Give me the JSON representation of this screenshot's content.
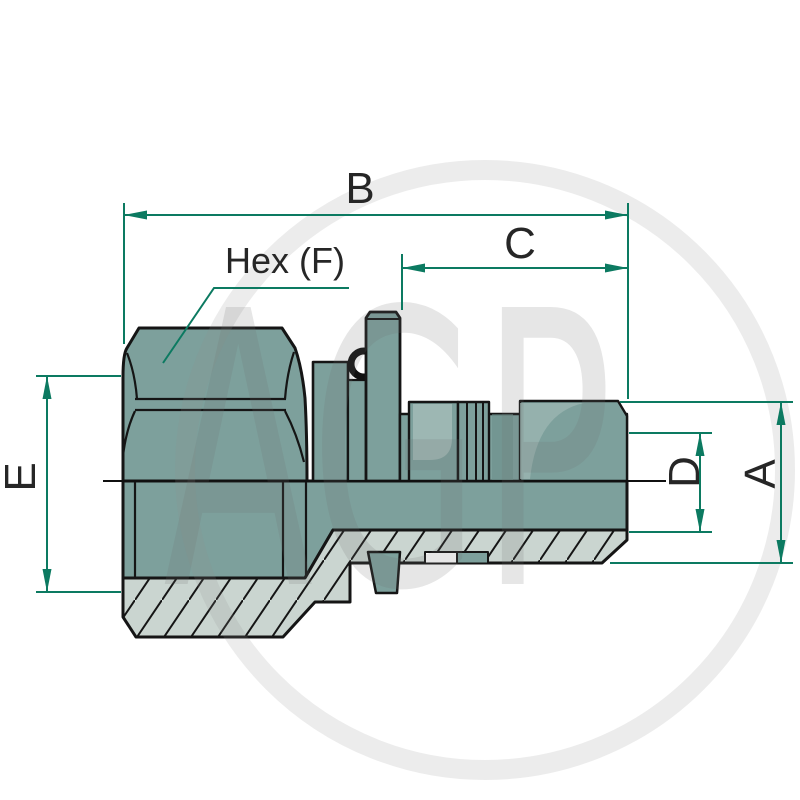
{
  "drawing": {
    "kind": "technical-dimension-diagram",
    "subject": "hydraulic hose fitting, female hex nut with grooved male stud, half-section view",
    "dimension_labels": {
      "B": "B",
      "C": "C",
      "D": "D",
      "E": "E",
      "A": "A"
    },
    "callout": {
      "hex_label": "Hex (F)"
    },
    "watermark": {
      "text": "AGP"
    },
    "colors": {
      "body_fill": "#7da09c",
      "body_highlight": "#9db7b3",
      "body_shadow": "#6b8e8a",
      "section_hatch_fill": "#cad5d0",
      "outline": "#151515",
      "dimension_line": "#0c7a61",
      "label_text": "#262626",
      "watermark_gray": "#8c8c8c",
      "background": "#ffffff"
    }
  }
}
